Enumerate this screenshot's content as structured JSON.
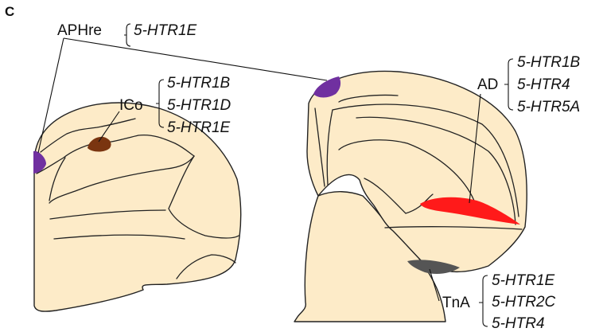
{
  "panel_label": "C",
  "colors": {
    "tissue": "#fdebc8",
    "outline": "#222222",
    "APHre": "#7030a0",
    "ICo": "#7a3510",
    "AD": "#ff1a1a",
    "TnA": "#555555"
  },
  "regions": {
    "APHre": {
      "name": "APHre",
      "genes": [
        "5-HTR1E"
      ]
    },
    "ICo": {
      "name": "ICo",
      "genes": [
        "5-HTR1B",
        "5-HTR1D",
        "5-HTR1E"
      ]
    },
    "AD": {
      "name": "AD",
      "genes": [
        "5-HTR1B",
        "5-HTR4",
        "5-HTR5A"
      ]
    },
    "TnA": {
      "name": "TnA",
      "genes": [
        "5-HTR1E",
        "5-HTR2C",
        "5-HTR4"
      ]
    }
  }
}
